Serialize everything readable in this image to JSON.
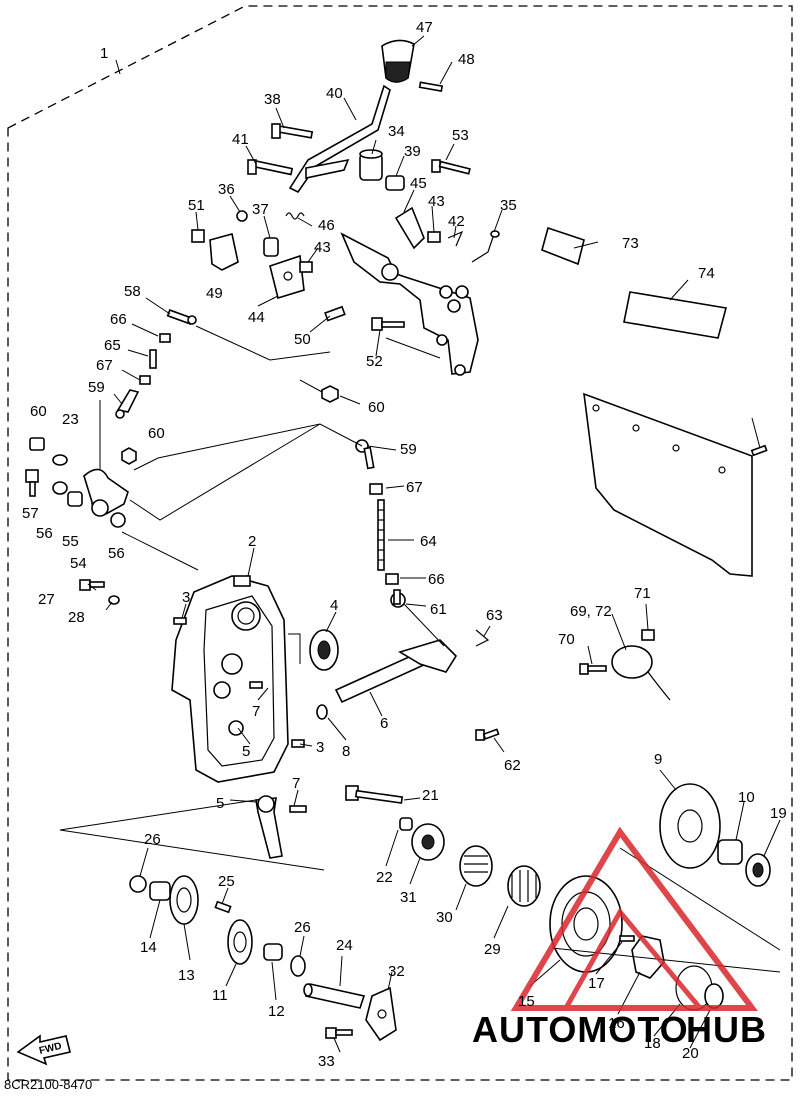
{
  "diagram": {
    "code": "8CR2100-8470",
    "fwd_label": "FWD",
    "brand": {
      "text_a": "AUTOMOTO",
      "text_b": "HUB",
      "color_a": "#f5b21a",
      "color_b": "#1c3b6e",
      "logo_color": "#d9262c"
    },
    "callouts": [
      {
        "id": "c1",
        "text": "1"
      },
      {
        "id": "c2",
        "text": "2"
      },
      {
        "id": "c3a",
        "text": "3"
      },
      {
        "id": "c3b",
        "text": "3"
      },
      {
        "id": "c4",
        "text": "4"
      },
      {
        "id": "c5a",
        "text": "5"
      },
      {
        "id": "c5b",
        "text": "5"
      },
      {
        "id": "c6",
        "text": "6"
      },
      {
        "id": "c7a",
        "text": "7"
      },
      {
        "id": "c7b",
        "text": "7"
      },
      {
        "id": "c8",
        "text": "8"
      },
      {
        "id": "c9",
        "text": "9"
      },
      {
        "id": "c10",
        "text": "10"
      },
      {
        "id": "c11",
        "text": "11"
      },
      {
        "id": "c12",
        "text": "12"
      },
      {
        "id": "c13",
        "text": "13"
      },
      {
        "id": "c14",
        "text": "14"
      },
      {
        "id": "c15",
        "text": "15"
      },
      {
        "id": "c16",
        "text": "16"
      },
      {
        "id": "c17",
        "text": "17"
      },
      {
        "id": "c18",
        "text": "18"
      },
      {
        "id": "c19",
        "text": "19"
      },
      {
        "id": "c20",
        "text": "20"
      },
      {
        "id": "c21",
        "text": "21"
      },
      {
        "id": "c22",
        "text": "22"
      },
      {
        "id": "c23",
        "text": "23"
      },
      {
        "id": "c24",
        "text": "24"
      },
      {
        "id": "c25",
        "text": "25"
      },
      {
        "id": "c26a",
        "text": "26"
      },
      {
        "id": "c26b",
        "text": "26"
      },
      {
        "id": "c27",
        "text": "27"
      },
      {
        "id": "c28",
        "text": "28"
      },
      {
        "id": "c29",
        "text": "29"
      },
      {
        "id": "c30",
        "text": "30"
      },
      {
        "id": "c31",
        "text": "31"
      },
      {
        "id": "c32",
        "text": "32"
      },
      {
        "id": "c33",
        "text": "33"
      },
      {
        "id": "c34",
        "text": "34"
      },
      {
        "id": "c35",
        "text": "35"
      },
      {
        "id": "c36",
        "text": "36"
      },
      {
        "id": "c37",
        "text": "37"
      },
      {
        "id": "c38",
        "text": "38"
      },
      {
        "id": "c39",
        "text": "39"
      },
      {
        "id": "c40",
        "text": "40"
      },
      {
        "id": "c41",
        "text": "41"
      },
      {
        "id": "c42",
        "text": "42"
      },
      {
        "id": "c43a",
        "text": "43"
      },
      {
        "id": "c43b",
        "text": "43"
      },
      {
        "id": "c44",
        "text": "44"
      },
      {
        "id": "c45",
        "text": "45"
      },
      {
        "id": "c46",
        "text": "46"
      },
      {
        "id": "c47",
        "text": "47"
      },
      {
        "id": "c48",
        "text": "48"
      },
      {
        "id": "c49",
        "text": "49"
      },
      {
        "id": "c50",
        "text": "50"
      },
      {
        "id": "c51",
        "text": "51"
      },
      {
        "id": "c52",
        "text": "52"
      },
      {
        "id": "c53",
        "text": "53"
      },
      {
        "id": "c54",
        "text": "54"
      },
      {
        "id": "c55",
        "text": "55"
      },
      {
        "id": "c56a",
        "text": "56"
      },
      {
        "id": "c56b",
        "text": "56"
      },
      {
        "id": "c57",
        "text": "57"
      },
      {
        "id": "c58",
        "text": "58"
      },
      {
        "id": "c59a",
        "text": "59"
      },
      {
        "id": "c59b",
        "text": "59"
      },
      {
        "id": "c60a",
        "text": "60"
      },
      {
        "id": "c60b",
        "text": "60"
      },
      {
        "id": "c60c",
        "text": "60"
      },
      {
        "id": "c61",
        "text": "61"
      },
      {
        "id": "c62",
        "text": "62"
      },
      {
        "id": "c63",
        "text": "63"
      },
      {
        "id": "c64",
        "text": "64"
      },
      {
        "id": "c65",
        "text": "65"
      },
      {
        "id": "c66a",
        "text": "66"
      },
      {
        "id": "c66b",
        "text": "66"
      },
      {
        "id": "c67a",
        "text": "67"
      },
      {
        "id": "c67b",
        "text": "67"
      },
      {
        "id": "c6972",
        "text": "69, 72"
      },
      {
        "id": "c70",
        "text": "70"
      },
      {
        "id": "c71",
        "text": "71"
      },
      {
        "id": "c73",
        "text": "73"
      },
      {
        "id": "c74",
        "text": "74"
      }
    ]
  }
}
